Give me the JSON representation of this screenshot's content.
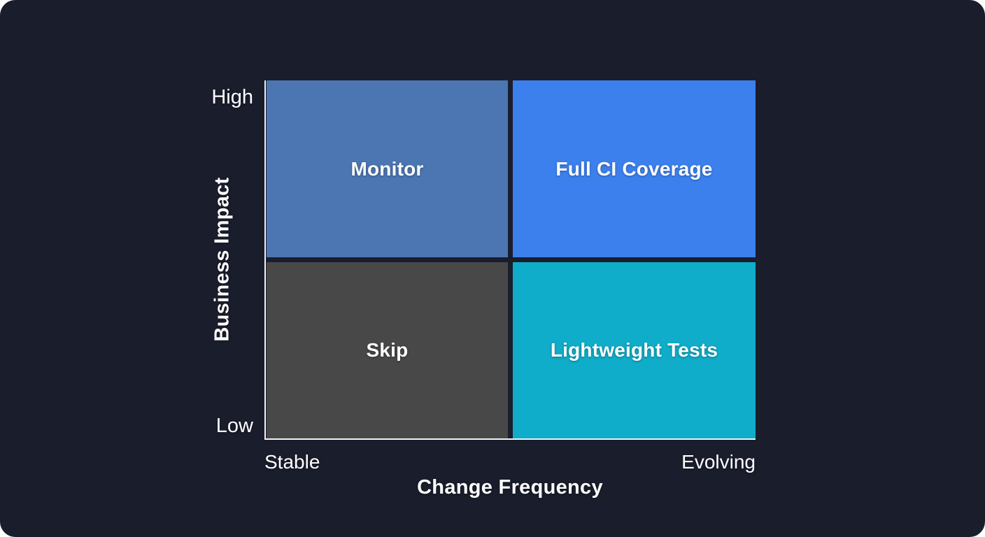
{
  "colors": {
    "background": "#1a1d2c",
    "axis_line": "#f3f3f3",
    "text": "#ffffff"
  },
  "y_axis": {
    "title": "Business Impact",
    "top_label": "High",
    "bottom_label": "Low"
  },
  "x_axis": {
    "title": "Change Frequency",
    "left_label": "Stable",
    "right_label": "Evolving"
  },
  "quadrants": [
    {
      "position": "top-left",
      "label": "Monitor",
      "color": "#4b76b2"
    },
    {
      "position": "top-right",
      "label": "Full CI Coverage",
      "color": "#3c80ee"
    },
    {
      "position": "bottom-left",
      "label": "Skip",
      "color": "#484848"
    },
    {
      "position": "bottom-right",
      "label": "Lightweight Tests",
      "color": "#0fadc9"
    }
  ]
}
